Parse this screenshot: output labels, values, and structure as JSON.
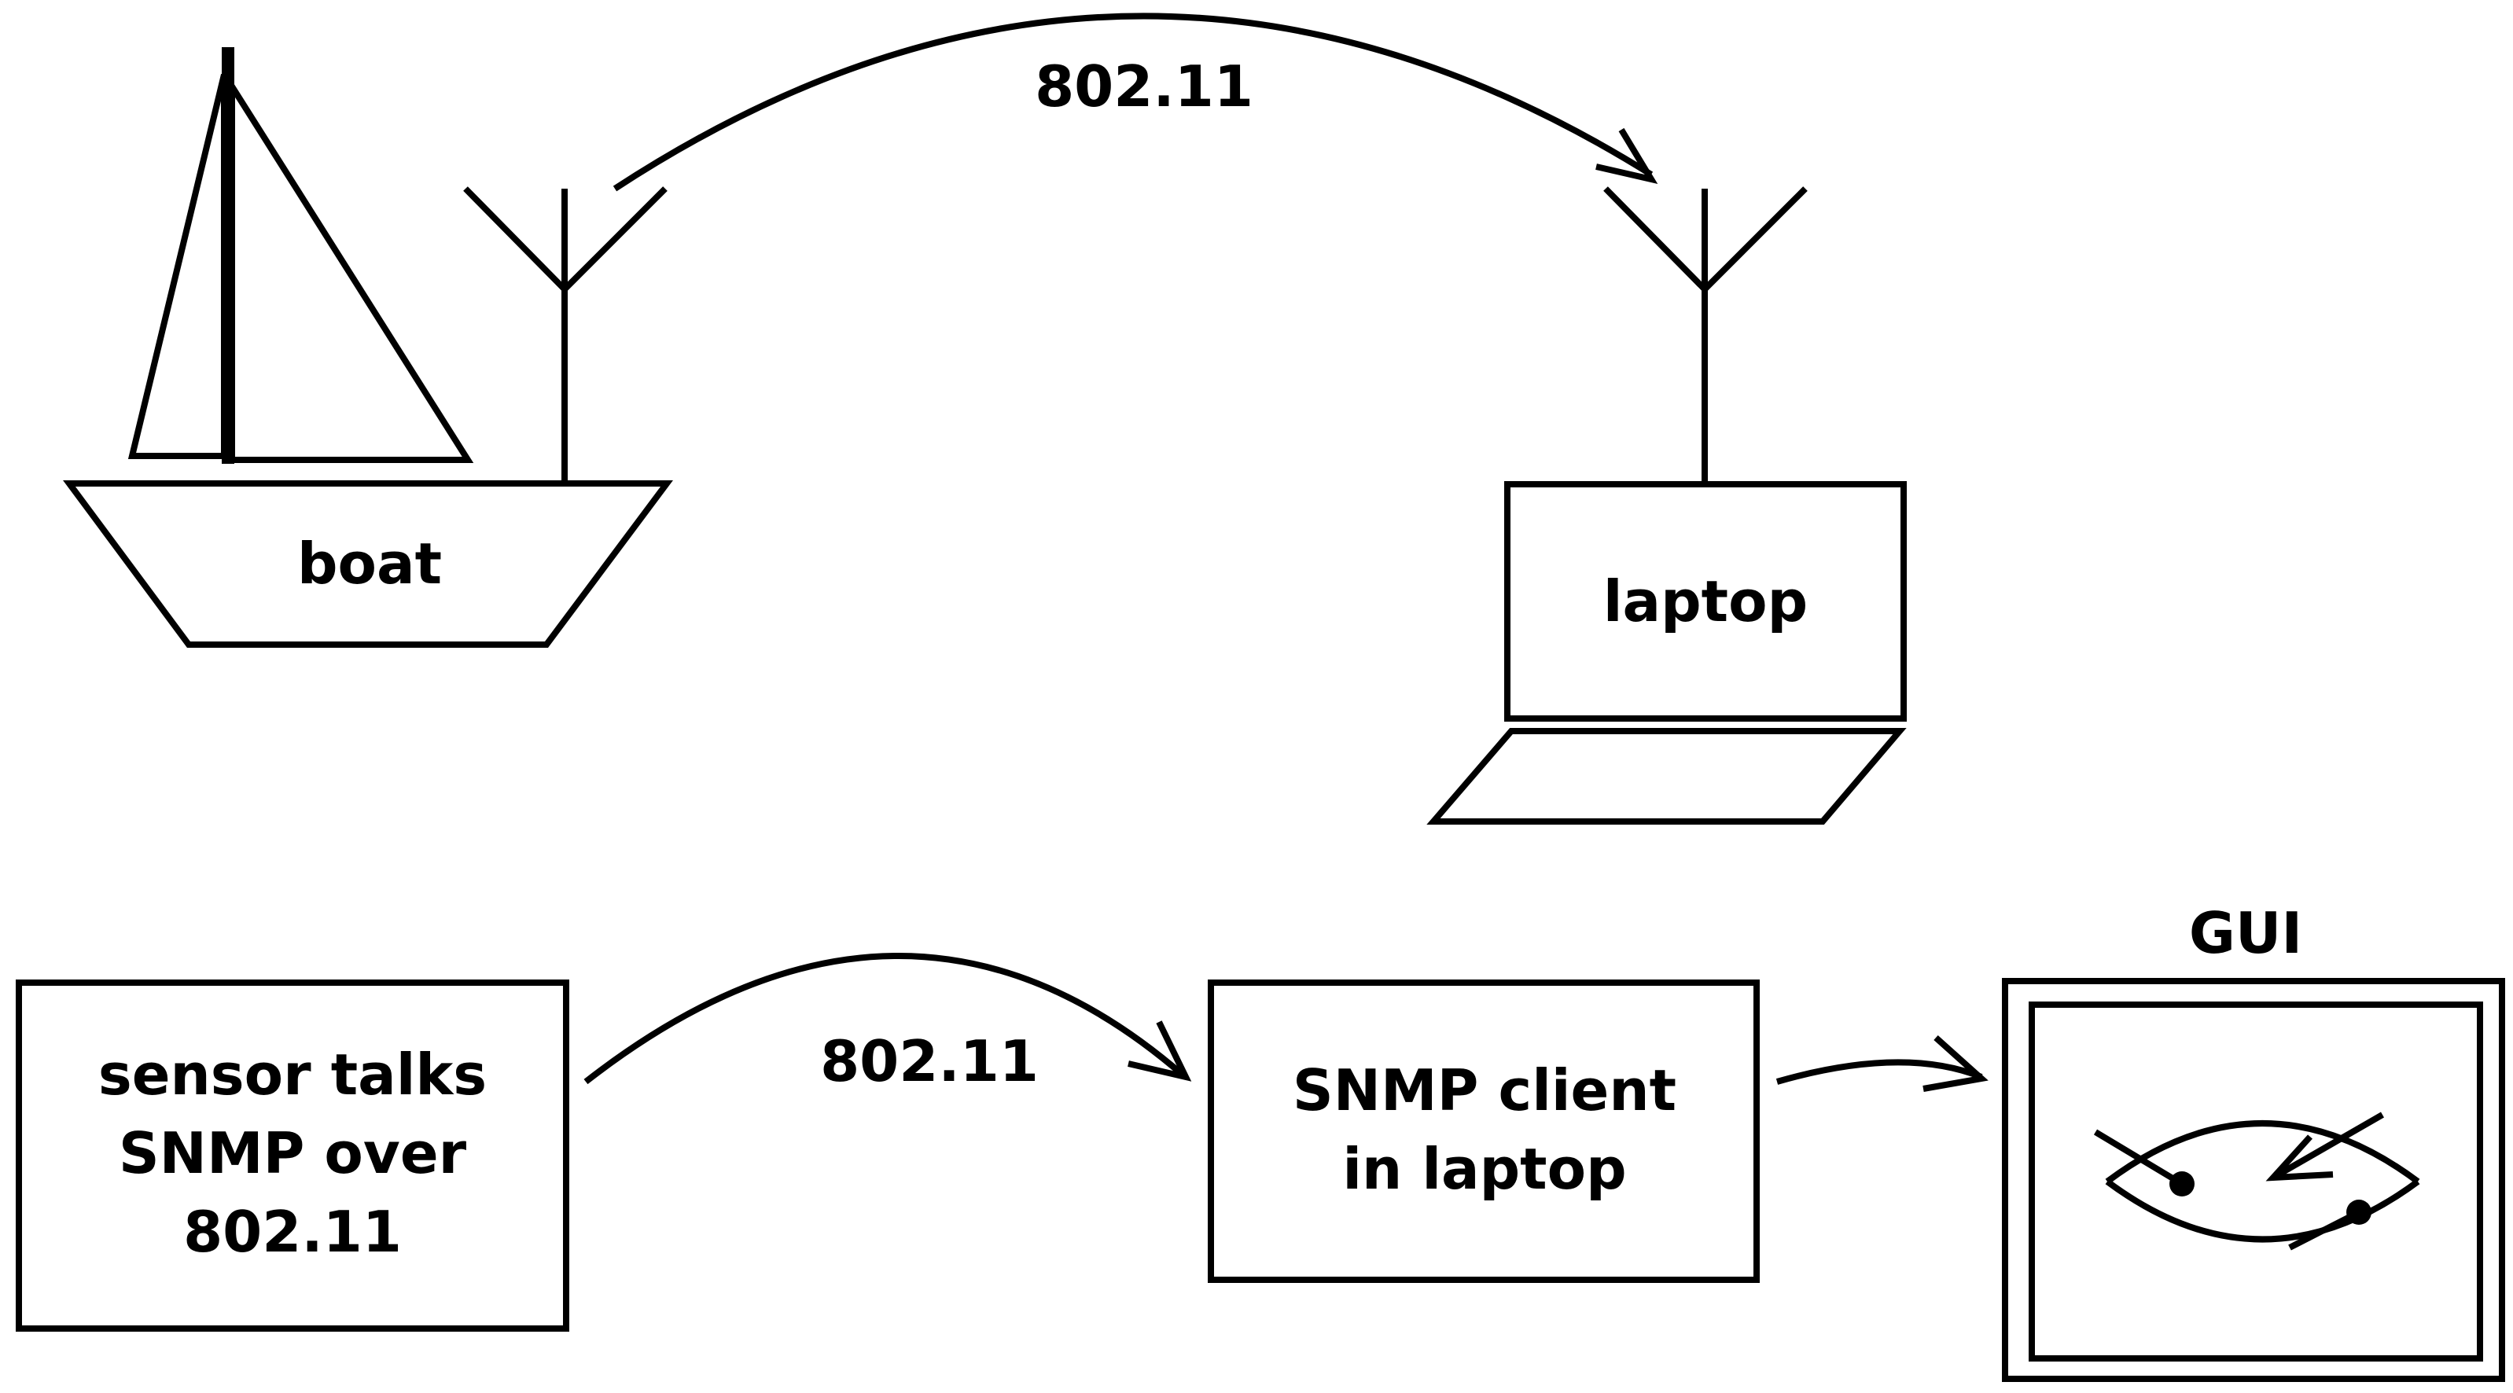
{
  "scene": {
    "link_label": "802.11",
    "boat_label": "boat",
    "laptop_label": "laptop"
  },
  "flow": {
    "sensor_lines": [
      "sensor talks",
      "SNMP over",
      "802.11"
    ],
    "link_label": "802.11",
    "client_lines": [
      "SNMP client",
      "in laptop"
    ],
    "gui_label": "GUI"
  }
}
